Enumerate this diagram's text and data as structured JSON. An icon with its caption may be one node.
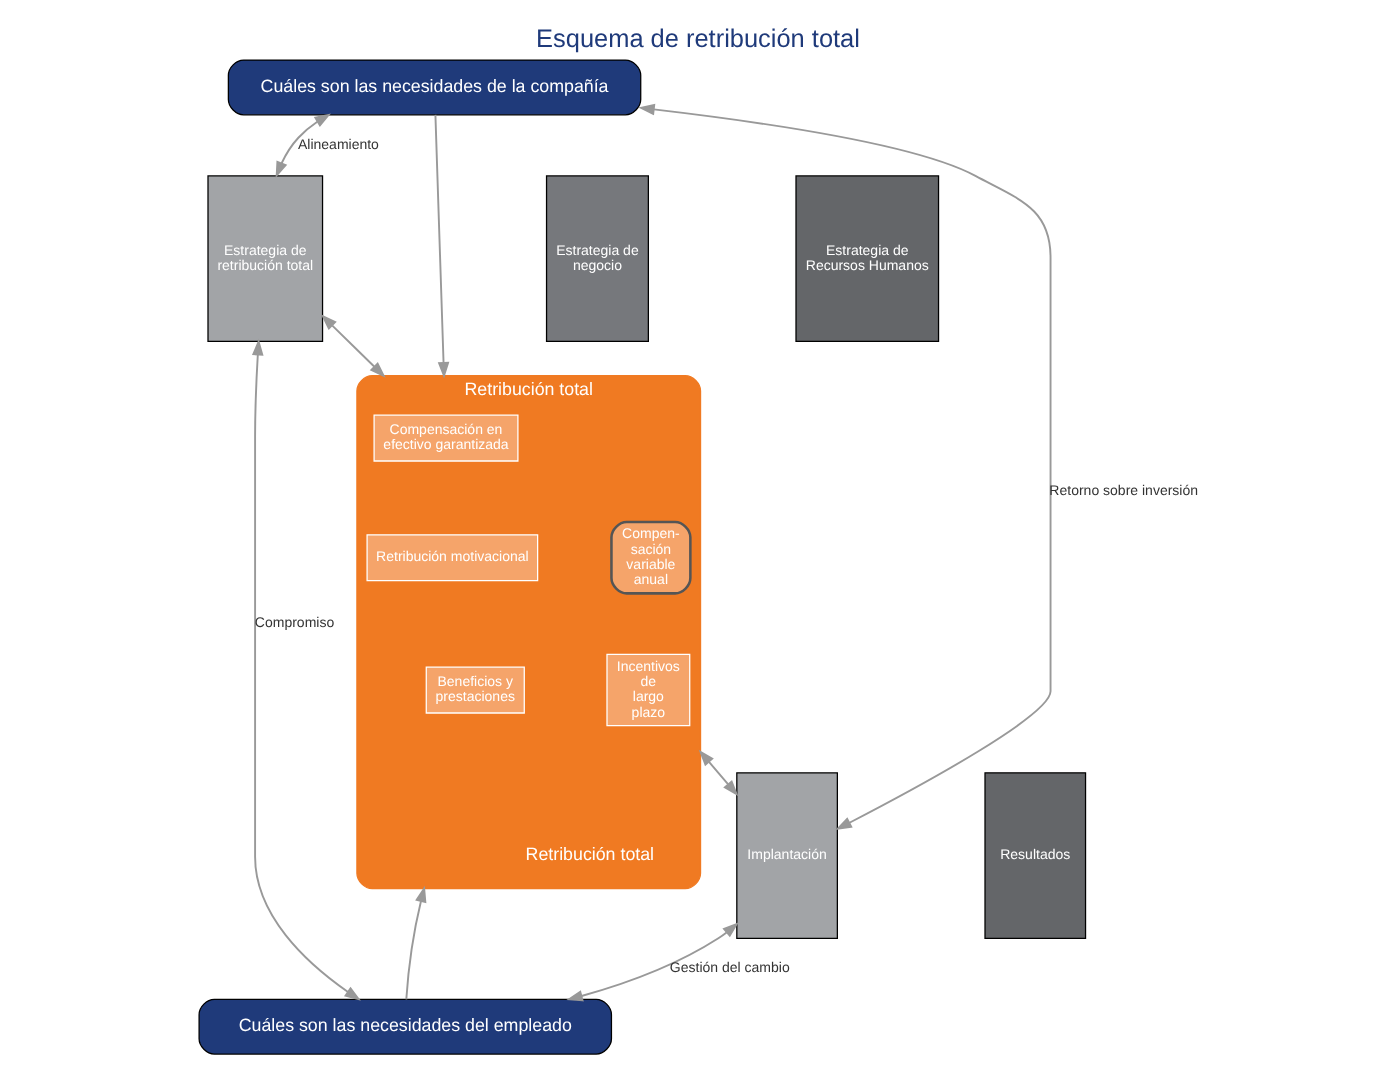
{
  "diagram": {
    "title": "Esquema de retribución total",
    "nodes": [
      {
        "text": [
          "Cuáles son las necesidades de la compañía"
        ]
      },
      {
        "text": [
          "Estrategia de negocio"
        ]
      },
      {
        "text": [
          "Estrategia de Recursos Humanos"
        ]
      },
      {
        "text": [
          "Estrategia de retribución total"
        ]
      },
      {
        "text": [
          "Retribución total",
          "Retribución total"
        ]
      },
      {
        "text": [
          "Compensación en efectivo garantizada"
        ],
        "in": 4
      },
      {
        "text": [
          "Compen- sación variable anual"
        ],
        "in": 4
      },
      {
        "text": [
          "Retribución motivacional"
        ],
        "in": 4
      },
      {
        "text": [
          "Beneficios y prestaciones"
        ],
        "in": 4
      },
      {
        "text": [
          "Incentivos de largo plazo"
        ],
        "in": 4
      },
      {
        "text": [
          "Implantación"
        ]
      },
      {
        "text": [
          "Resultados"
        ]
      },
      {
        "text": [
          "Cuáles son las necesidades del empleado"
        ]
      }
    ],
    "edges": [
      {
        "from": 3,
        "to": 0,
        "arrow": "both",
        "label": "Alineamiento"
      },
      {
        "from": 0,
        "to": 10,
        "arrow": "both",
        "label": "Retorno sobre inversión"
      },
      {
        "from": 0,
        "to": 4,
        "arrow": "to"
      },
      {
        "from": 3,
        "to": 4,
        "arrow": "both"
      },
      {
        "from": 4,
        "to": 10,
        "arrow": "both"
      },
      {
        "from": 12,
        "to": 4,
        "arrow": "to"
      },
      {
        "from": 3,
        "to": 12,
        "arrow": "both",
        "label": "Compromiso"
      },
      {
        "from": 10,
        "to": 12,
        "arrow": "both",
        "label": "Gestión del cambio"
      }
    ]
  }
}
